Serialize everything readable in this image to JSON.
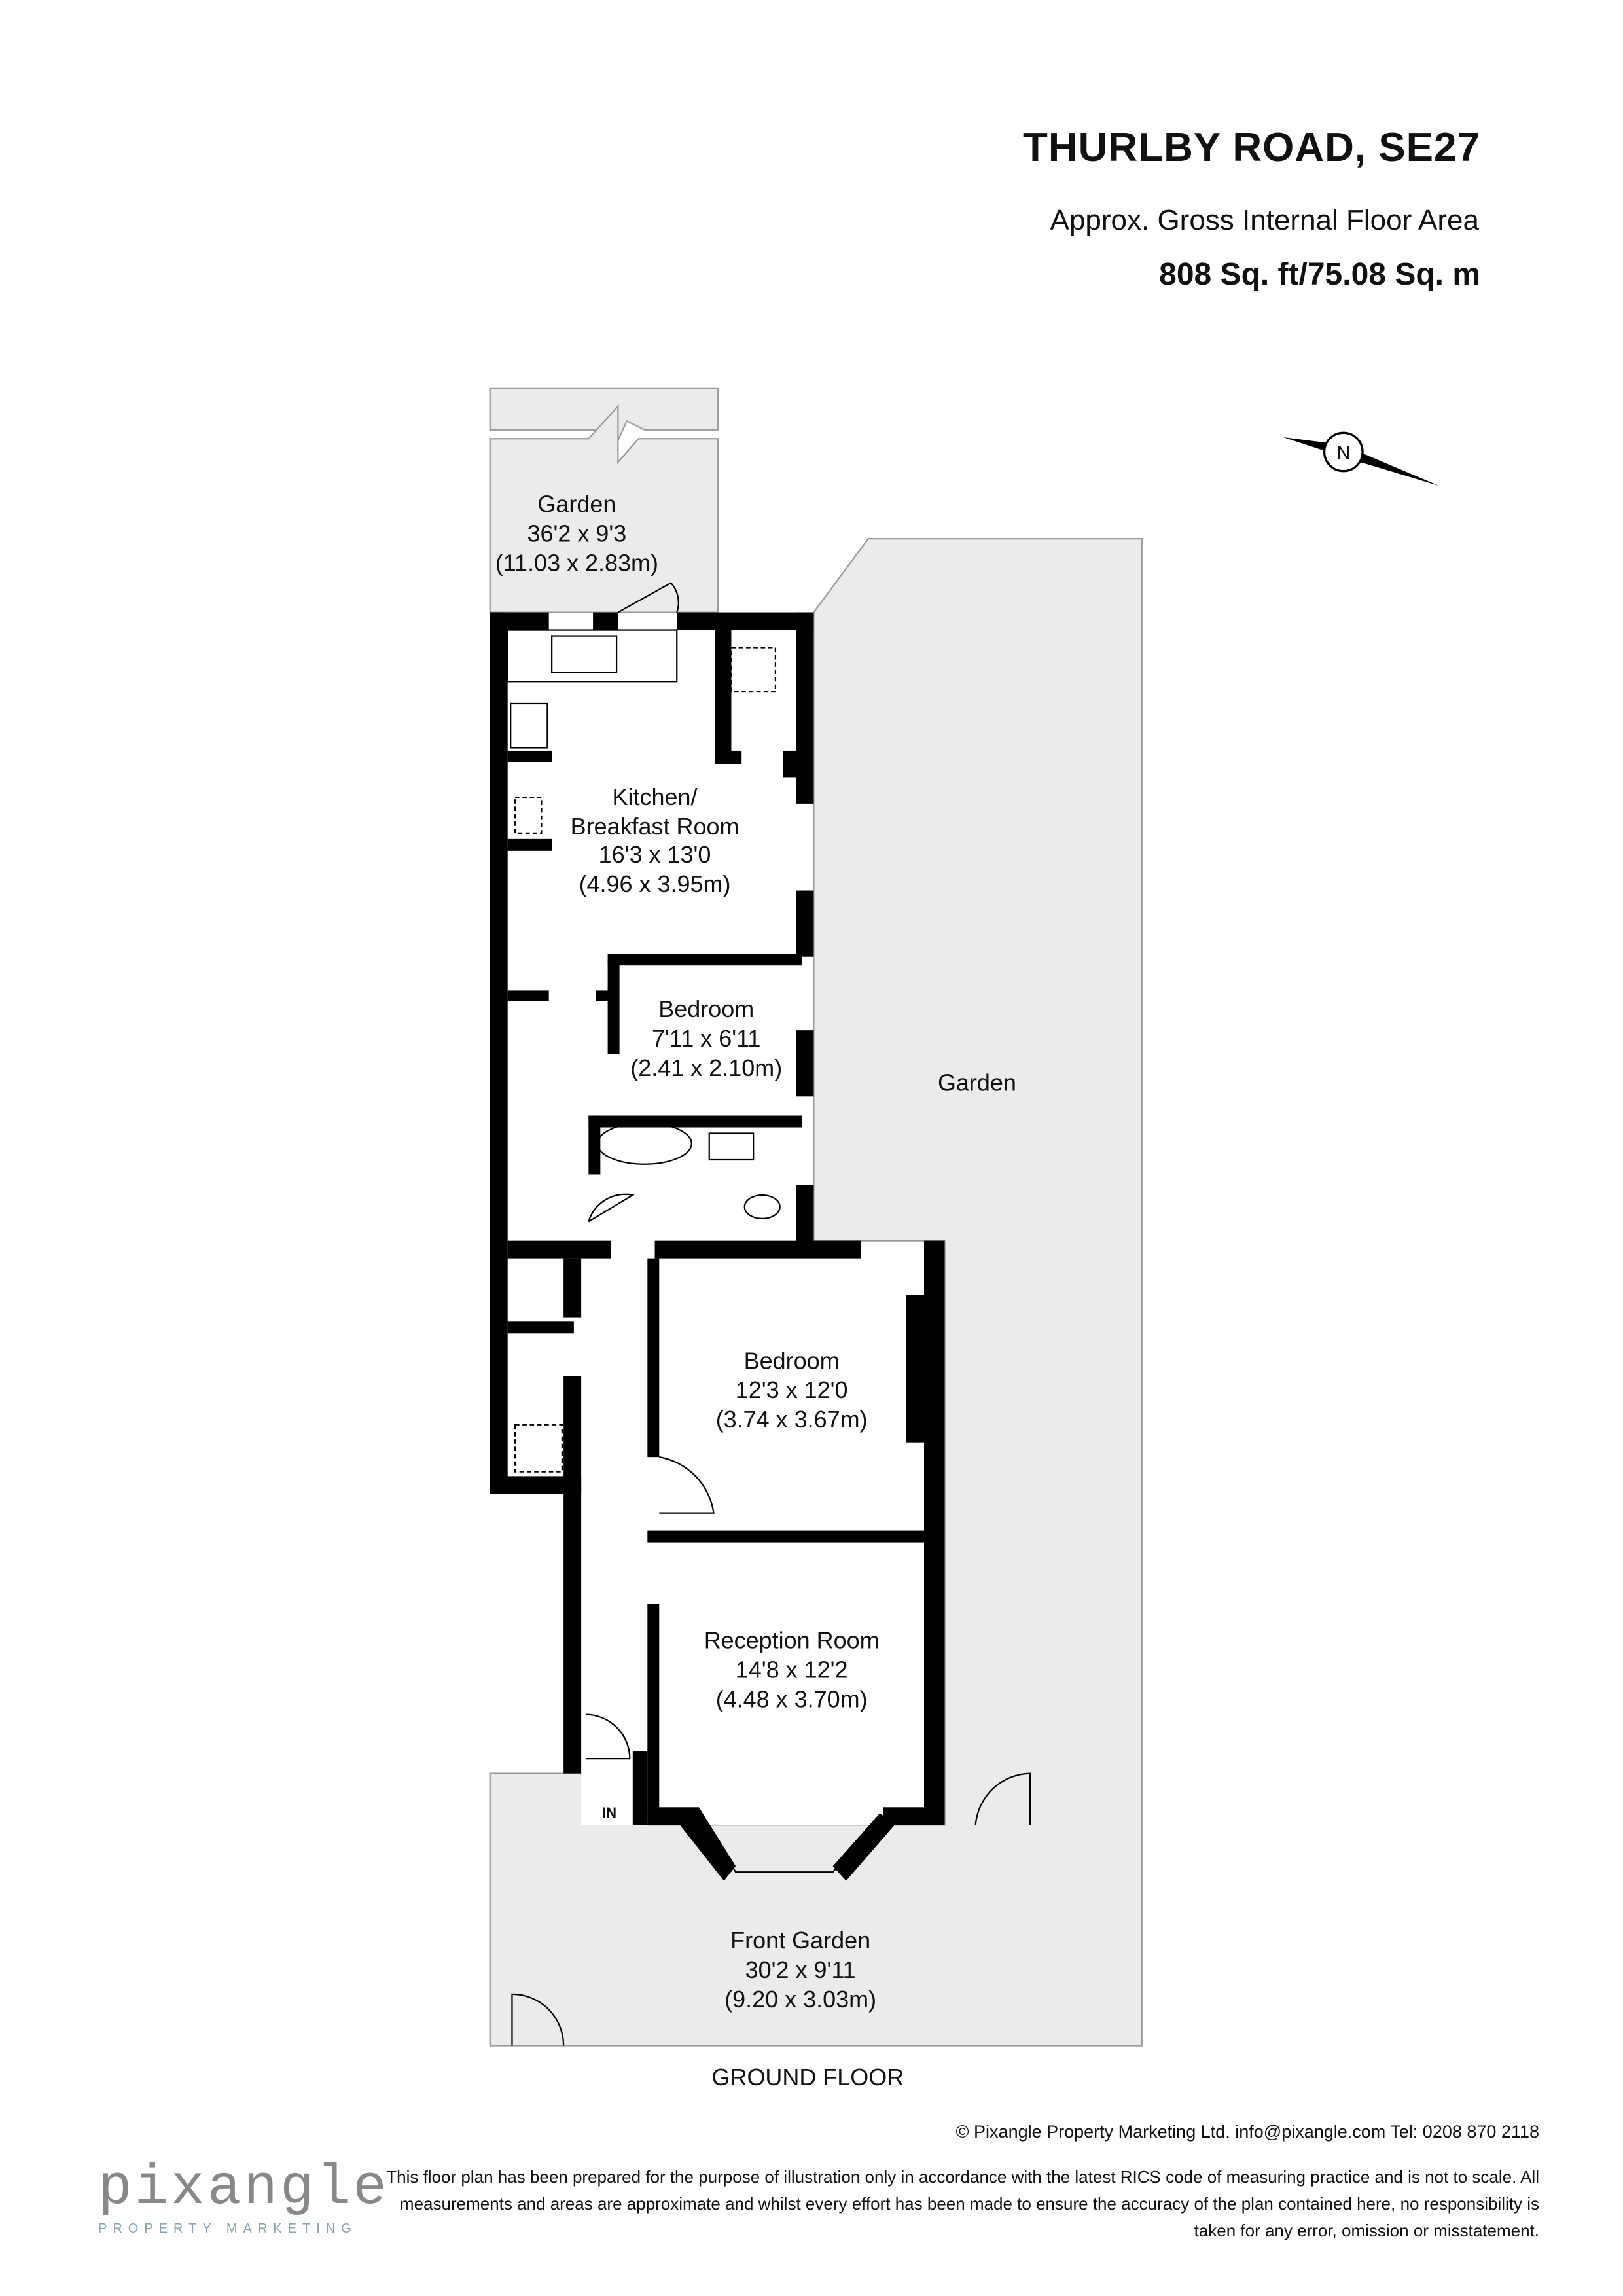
{
  "header": {
    "title": "THURLBY ROAD, SE27",
    "area_label": "Approx. Gross Internal Floor Area",
    "area_value": "808 Sq. ft/75.08 Sq. m"
  },
  "rooms": {
    "rear_garden": {
      "name": "Garden",
      "imperial": "36'2 x 9'3",
      "metric": "(11.03 x 2.83m)"
    },
    "kitchen": {
      "name_line1": "Kitchen/",
      "name_line2": "Breakfast Room",
      "imperial": "16'3 x 13'0",
      "metric": "(4.96 x 3.95m)"
    },
    "bedroom_small": {
      "name": "Bedroom",
      "imperial": "7'11 x 6'11",
      "metric": "(2.41 x 2.10m)"
    },
    "side_garden": {
      "name": "Garden"
    },
    "bedroom_large": {
      "name": "Bedroom",
      "imperial": "12'3 x 12'0",
      "metric": "(3.74 x 3.67m)"
    },
    "reception": {
      "name": "Reception Room",
      "imperial": "14'8 x 12'2",
      "metric": "(4.48 x 3.70m)"
    },
    "front_garden": {
      "name": "Front Garden",
      "imperial": "30'2 x 9'11",
      "metric": "(9.20 x 3.03m)"
    }
  },
  "entrance_label": "IN",
  "compass_label": "N",
  "floor_label": "GROUND FLOOR",
  "footer": {
    "copyright": "© Pixangle Property Marketing Ltd. info@pixangle.com Tel: 0208 870 2118",
    "disclaimer": "This floor plan has been prepared for the purpose of illustration only in accordance with the latest RICS code of measuring practice and is not to scale. All measurements and areas are approximate and whilst every effort has been made to ensure the accuracy of the plan contained here, no responsibility is taken for any error, omission or misstatement.",
    "logo_word": "pixangle",
    "logo_sub": "PROPERTY MARKETING"
  },
  "colors": {
    "garden_fill": "#ebebeb",
    "garden_stroke": "#9a9a9a",
    "wall": "#000000",
    "logo_accent": "#8aa4b0"
  }
}
